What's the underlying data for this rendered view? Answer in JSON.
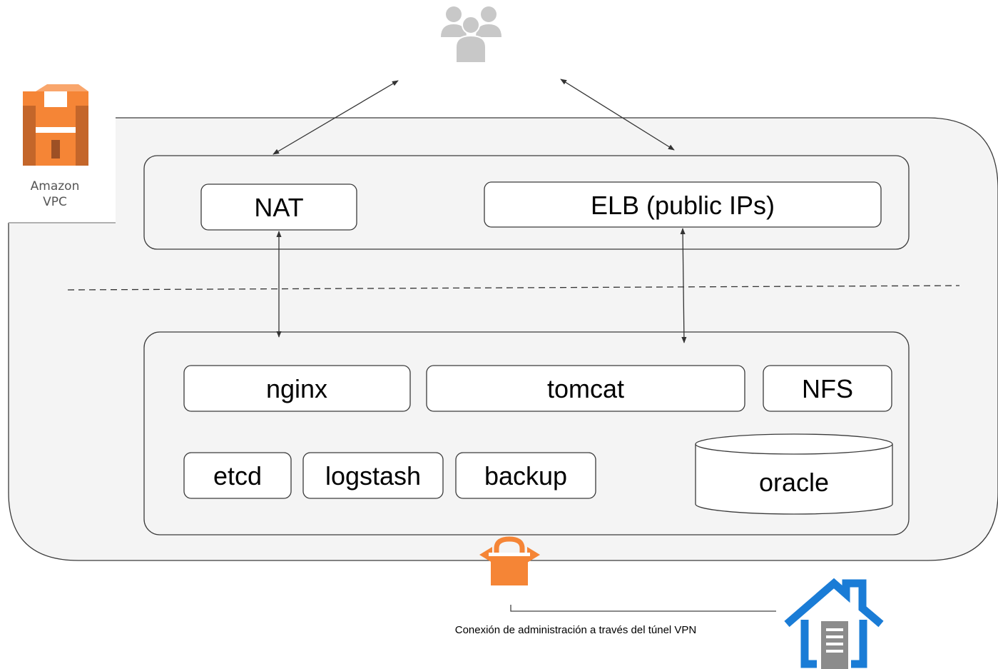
{
  "users_icon": "user-group-icon",
  "vpc_logo": {
    "icon": "amazon-vpc-icon",
    "line1": "Amazon",
    "line2": "VPC"
  },
  "public_subnet": {
    "nat": "NAT",
    "elb": "ELB (public IPs)"
  },
  "private_subnet": {
    "nginx": "nginx",
    "tomcat": "tomcat",
    "nfs": "NFS",
    "etcd": "etcd",
    "logstash": "logstash",
    "backup": "backup",
    "oracle": "oracle"
  },
  "vpn_gateway_icon": "vpn-gateway-icon",
  "corporate_icon": "corporate-datacenter-icon",
  "vpn_caption": "Conexión de administración a través del túnel VPN",
  "colors": {
    "aws_orange": "#f58536",
    "aws_orange_dark": "#9d5025",
    "house_blue": "#1a7cd6",
    "user_gray": "#c8c8c8",
    "panel_fill": "#f4f4f4"
  }
}
